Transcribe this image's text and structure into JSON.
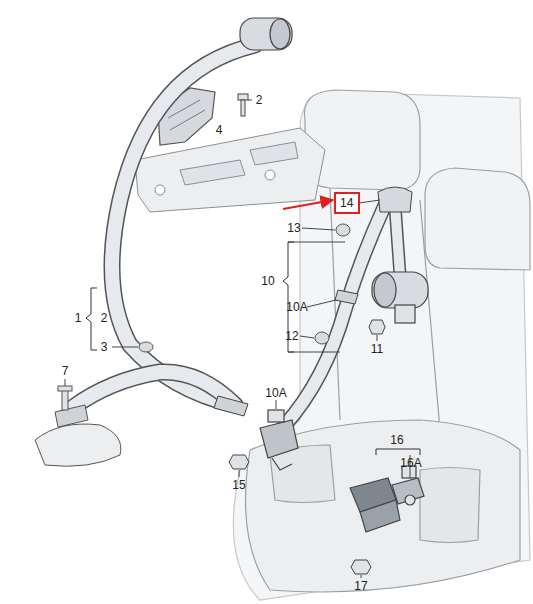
{
  "diagram": {
    "nodes": [
      {
        "text": [
          "14"
        ]
      }
    ],
    "labels": [
      "2",
      "4",
      "1",
      "2",
      "3",
      "7",
      "10A",
      "15",
      "13",
      "10",
      "10A",
      "12",
      "11",
      "16",
      "16A",
      "17"
    ]
  }
}
